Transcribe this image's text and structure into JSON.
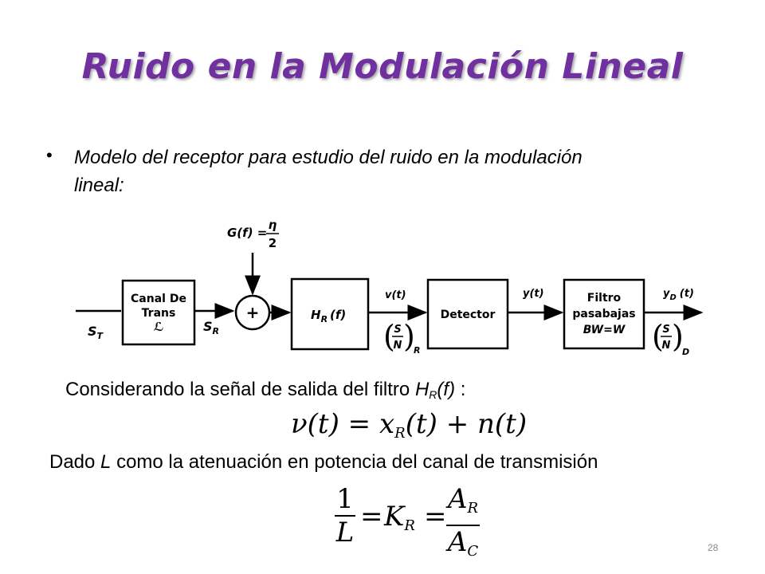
{
  "slide": {
    "title": "Ruido en la Modulación Lineal",
    "bullet": {
      "text_line1": "Modelo del receptor para estudio del ruido en la modulación",
      "text_line2": "lineal:"
    },
    "diagram": {
      "noise_label_lhs": "G(f) =",
      "noise_num": "η",
      "noise_den": "2",
      "channel_line1": "Canal De",
      "channel_line2": "Trans",
      "channel_line3": "ℒ",
      "sum_symbol": "+",
      "filter_H": "H",
      "filter_H_sub": "R",
      "filter_H_arg": "(f)",
      "detector": "Detector",
      "lpf_line1": "Filtro",
      "lpf_line2": "pasabajas",
      "lpf_line3": "BW=W",
      "sig_ST": "S",
      "sig_ST_sub": "T",
      "sig_SR": "S",
      "sig_SR_sub": "R",
      "sig_v": "v(t)",
      "sig_y": "y(t)",
      "sig_yD": "y",
      "sig_yD_sub": "D",
      "sig_yD_arg": "(t)",
      "snr_S": "S",
      "snr_N": "N",
      "snr_R_sub": "R",
      "snr_D_sub": "D"
    },
    "line1": {
      "prefix": "Considerando la señal de salida del filtro  ",
      "H": "H",
      "H_sub": "R",
      "H_arg": "(f)",
      "suffix": " :"
    },
    "eq1": {
      "lhs": "ν(t) = x",
      "x_sub": "R",
      "rhs": "(t) + n(t)"
    },
    "line2": {
      "prefix": "Dado ",
      "L": "L",
      "suffix": " como la atenuación en potencia del canal de transmisión"
    },
    "eq2": {
      "f1_num": "1",
      "f1_den": "L",
      "eq_a": "=",
      "K": "K",
      "K_sub": "R",
      "eq_b": "=",
      "f2_num": "A",
      "f2_num_sub": "R",
      "f2_den": "A",
      "f2_den_sub": "C"
    },
    "page_number": "28"
  }
}
